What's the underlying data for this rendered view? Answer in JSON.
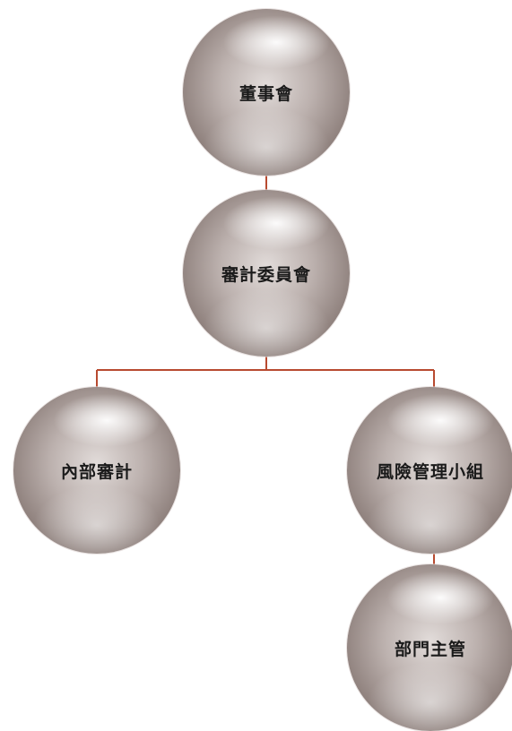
{
  "diagram": {
    "nodes": {
      "board": "董事會",
      "audit_committee": "審計委員會",
      "internal_audit": "內部審計",
      "risk_group": "風險管理小組",
      "dept_heads": "部門主管"
    },
    "connector_color": "#b84a30",
    "node_color": "#a89c99"
  }
}
